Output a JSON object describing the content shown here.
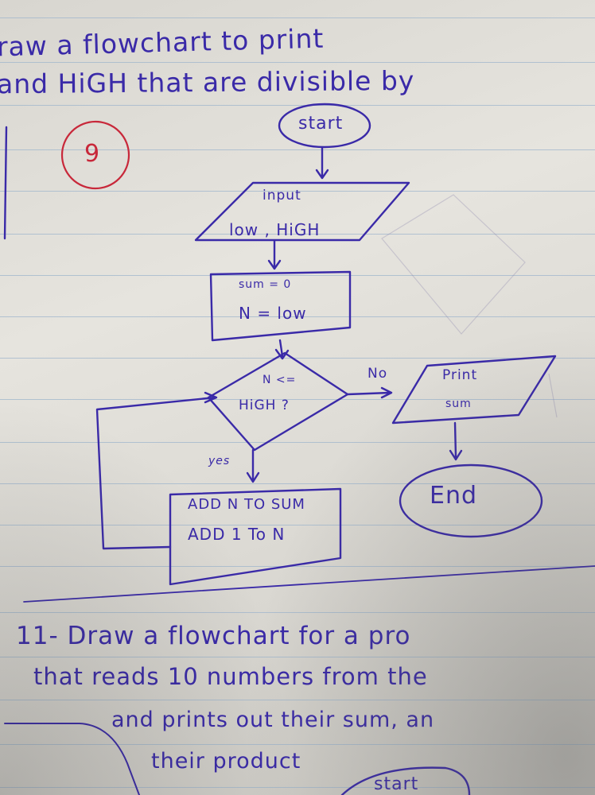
{
  "question10": {
    "line1": "raw a flowchart to print",
    "line2": "and HiGH that are divisible by",
    "number": "9"
  },
  "flowchart": {
    "start": "start",
    "input_line1": "input",
    "input_line2": "low , HiGH",
    "assign_line1": "sum = 0",
    "assign_line2": "N = low",
    "decision_line1": "N <=",
    "decision_line2": "HiGH ?",
    "no_label": "No",
    "yes_label": "yes",
    "print_line1": "Print",
    "print_line2": "sum",
    "end": "End",
    "process_line1": "ADD N TO SUM",
    "process_line2": "ADD 1 To N"
  },
  "question11": {
    "line1": "11- Draw a flowchart for a pro",
    "line2": "that reads 10 numbers from the",
    "line3": "and prints out their sum, an",
    "line4": "their product",
    "start_partial": "start"
  },
  "colors": {
    "ink": "#3a2aa8",
    "red_ink": "#c8283a",
    "paper": "#e2e0da",
    "rule": "#9fb6cc"
  }
}
